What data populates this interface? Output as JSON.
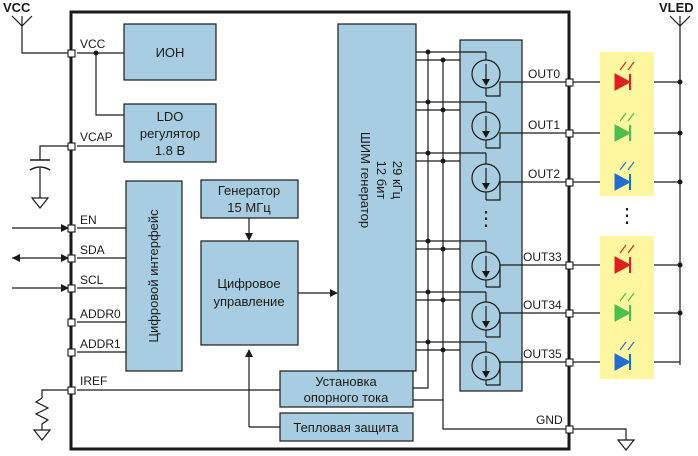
{
  "rails": {
    "vcc": "VCC",
    "vled": "VLED"
  },
  "pins": {
    "vcc": "VCC",
    "vcap": "VCAP",
    "en": "EN",
    "sda": "SDA",
    "scl": "SCL",
    "addr0": "ADDR0",
    "addr1": "ADDR1",
    "iref": "IREF",
    "gnd": "GND"
  },
  "blocks": {
    "ion": "ИОН",
    "ldo": [
      "LDO",
      "регулятор",
      "1.8 В"
    ],
    "generator": [
      "Генератор",
      "15 МГц"
    ],
    "digital_interface": "Цифровой интерфейс",
    "digital_control": [
      "Цифровое",
      "управление"
    ],
    "pwm": [
      "ШИМ генератор",
      "12 бит",
      "29 кГц"
    ],
    "ref_current": [
      "Установка",
      "опорного тока"
    ],
    "thermal": "Тепловая защита"
  },
  "outputs": [
    "OUT0",
    "OUT1",
    "OUT2",
    "OUT33",
    "OUT34",
    "OUT35"
  ],
  "ellipsis_vertical": "⋮",
  "colors": {
    "block_fill": "#a9cde0",
    "led_highlight": "#fff7a0",
    "led_red": "#e02020",
    "led_green": "#4cbf4c",
    "led_blue": "#1f6fd1"
  }
}
